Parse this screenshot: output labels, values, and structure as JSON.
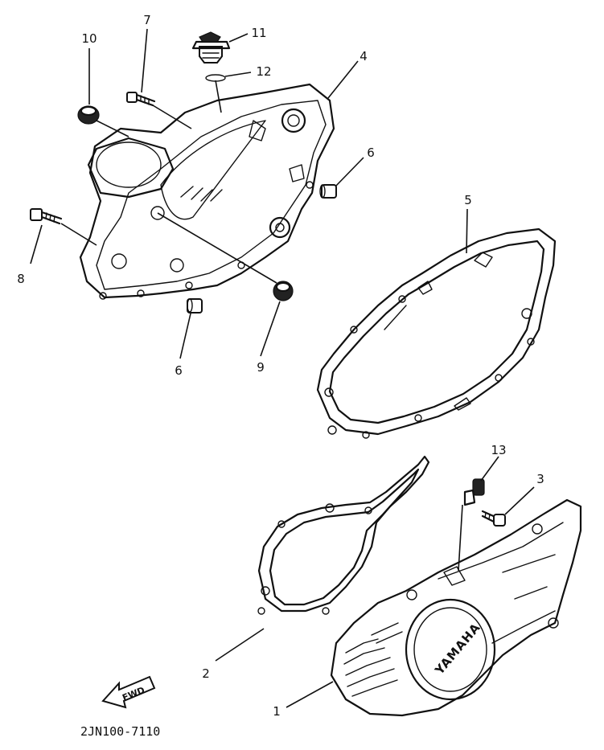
{
  "callouts": {
    "c1": "1",
    "c2": "2",
    "c3": "3",
    "c4": "4",
    "c5": "5",
    "c6a": "6",
    "c6b": "6",
    "c7": "7",
    "c8": "8",
    "c9": "9",
    "c10": "10",
    "c11": "11",
    "c12": "12",
    "c13": "13"
  },
  "cover_brand": "YAMAHA",
  "direction_arrow": "FWD",
  "diagram_code": "2JN100-7110"
}
